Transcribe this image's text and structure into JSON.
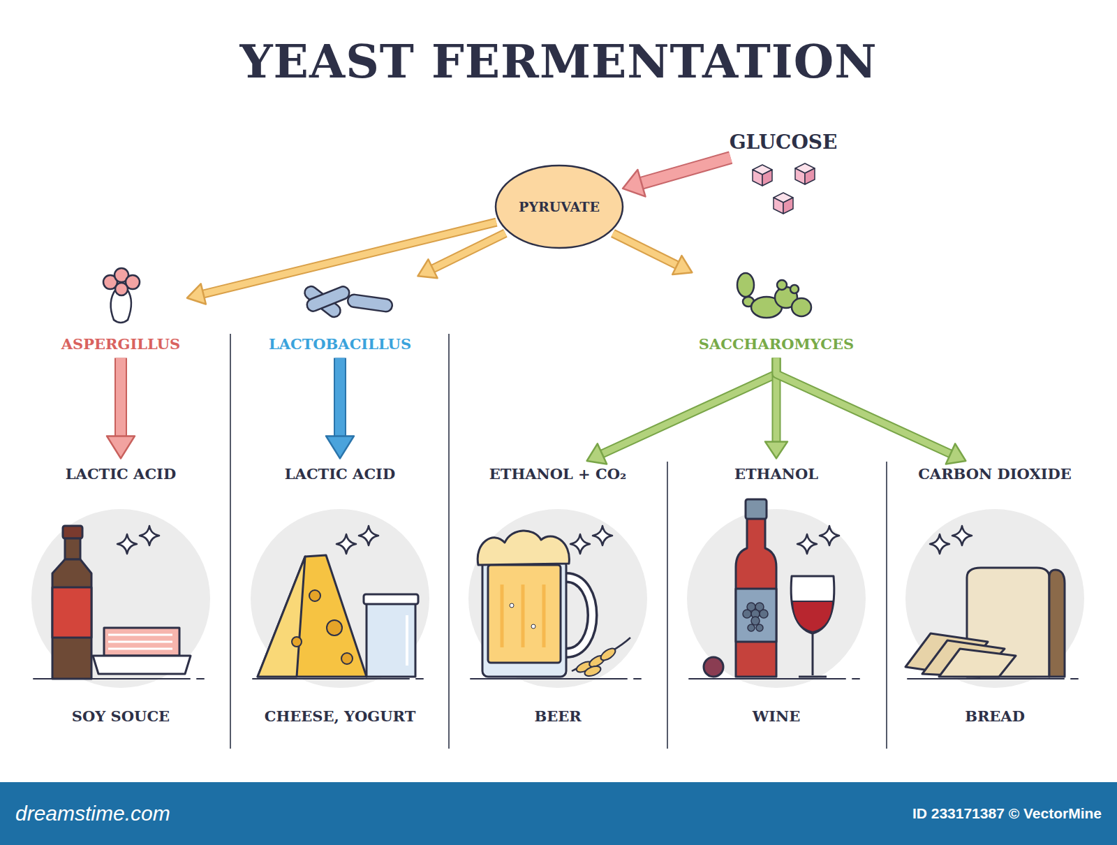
{
  "diagram": {
    "title": "YEAST FERMENTATION",
    "nodes": [
      {
        "text": [
          "GLUCOSE"
        ]
      },
      {
        "text": [
          "PYRUVATE"
        ]
      },
      {
        "text": [
          "ASPERGILLUS"
        ]
      },
      {
        "text": [
          "LACTOBACILLUS"
        ]
      },
      {
        "text": [
          "SACCHAROMYCES"
        ]
      },
      {
        "text": [
          "LACTIC ACID"
        ]
      },
      {
        "text": [
          "LACTIC ACID"
        ]
      },
      {
        "text": [
          "ETHANOL + CO₂"
        ]
      },
      {
        "text": [
          "ETHANOL"
        ]
      },
      {
        "text": [
          "CARBON DIOXIDE"
        ]
      }
    ],
    "edges": [
      {
        "from": 0,
        "to": 1,
        "arrow": "to"
      },
      {
        "from": 1,
        "to": 2,
        "arrow": "to"
      },
      {
        "from": 1,
        "to": 3,
        "arrow": "to"
      },
      {
        "from": 1,
        "to": 4,
        "arrow": "to"
      },
      {
        "from": 2,
        "to": 5,
        "arrow": "to"
      },
      {
        "from": 3,
        "to": 6,
        "arrow": "to"
      },
      {
        "from": 4,
        "to": 7,
        "arrow": "to"
      },
      {
        "from": 4,
        "to": 8,
        "arrow": "to"
      },
      {
        "from": 4,
        "to": 9,
        "arrow": "to"
      }
    ],
    "labels": [
      "SOY SOUCE",
      "CHEESE, YOGURT",
      "BEER",
      "WINE",
      "BREAD",
      "dreamstime.com",
      "ID 233171387 © VectorMine"
    ]
  }
}
